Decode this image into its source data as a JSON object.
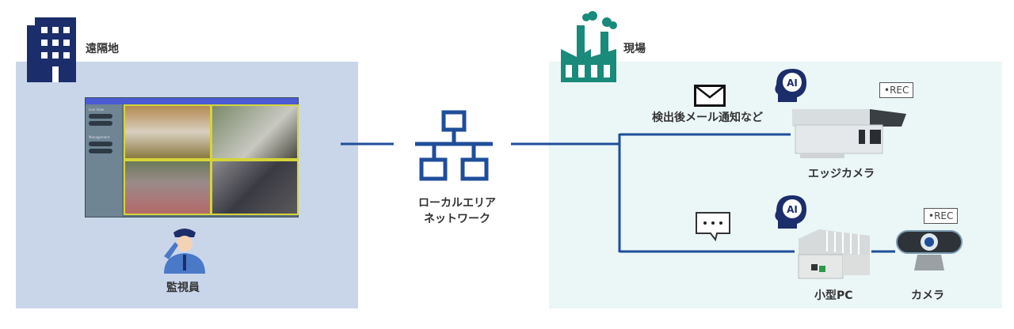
{
  "remote": {
    "title": "遠隔地",
    "monitor_person": "監視員",
    "screen": {
      "sidebar_sections": [
        "Live View",
        "Management"
      ]
    }
  },
  "network": {
    "line1": "ローカルエリア",
    "line2": "ネットワーク"
  },
  "site": {
    "title": "現場",
    "notification": "検出後メール通知など",
    "edge_camera": "エッジカメラ",
    "small_pc": "小型PC",
    "camera": "カメラ",
    "rec_label": "•REC",
    "ai_label": "AI"
  },
  "colors": {
    "navy": "#1c2d6b",
    "line": "#1f4e9a",
    "teal": "#1a8a7a",
    "left_bg": "#c9d6ea",
    "right_bg": "#ebf6f6"
  }
}
